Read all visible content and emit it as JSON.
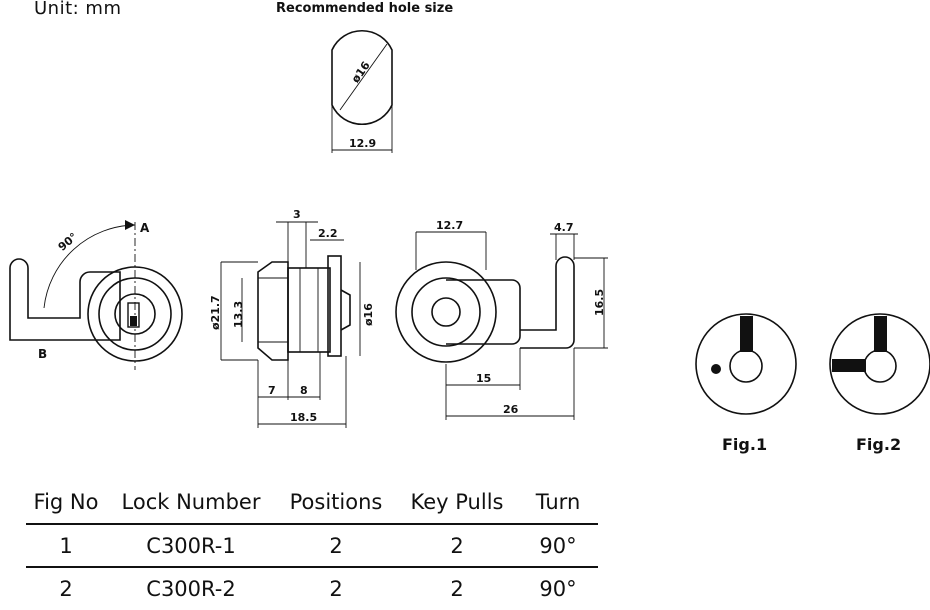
{
  "header": {
    "unit": "Unit:  mm",
    "recommended_title": "Recommended hole size"
  },
  "hole": {
    "diameter_label": "ø16",
    "width_label": "12.9"
  },
  "front_view": {
    "angle_label": "90°",
    "label_a": "A",
    "label_b": "B"
  },
  "side_view": {
    "dim_3": "3",
    "dim_2_2": "2.2",
    "dim_21_7": "ø21.7",
    "dim_13_3": "13.3",
    "dim_16": "ø16",
    "dim_7": "7",
    "dim_8": "8",
    "dim_18_5": "18.5"
  },
  "rear_view": {
    "dim_12_7": "12.7",
    "dim_4_7": "4.7",
    "dim_16_5": "16.5",
    "dim_15": "15",
    "dim_26": "26"
  },
  "figures": {
    "fig1": "Fig.1",
    "fig2": "Fig.2"
  },
  "table": {
    "headers": [
      "Fig  No",
      "Lock  Number",
      "Positions",
      "Key  Pulls",
      "Turn"
    ],
    "rows": [
      [
        "1",
        "C300R-1",
        "2",
        "2",
        "90°"
      ],
      [
        "2",
        "C300R-2",
        "2",
        "2",
        "90°"
      ]
    ]
  }
}
